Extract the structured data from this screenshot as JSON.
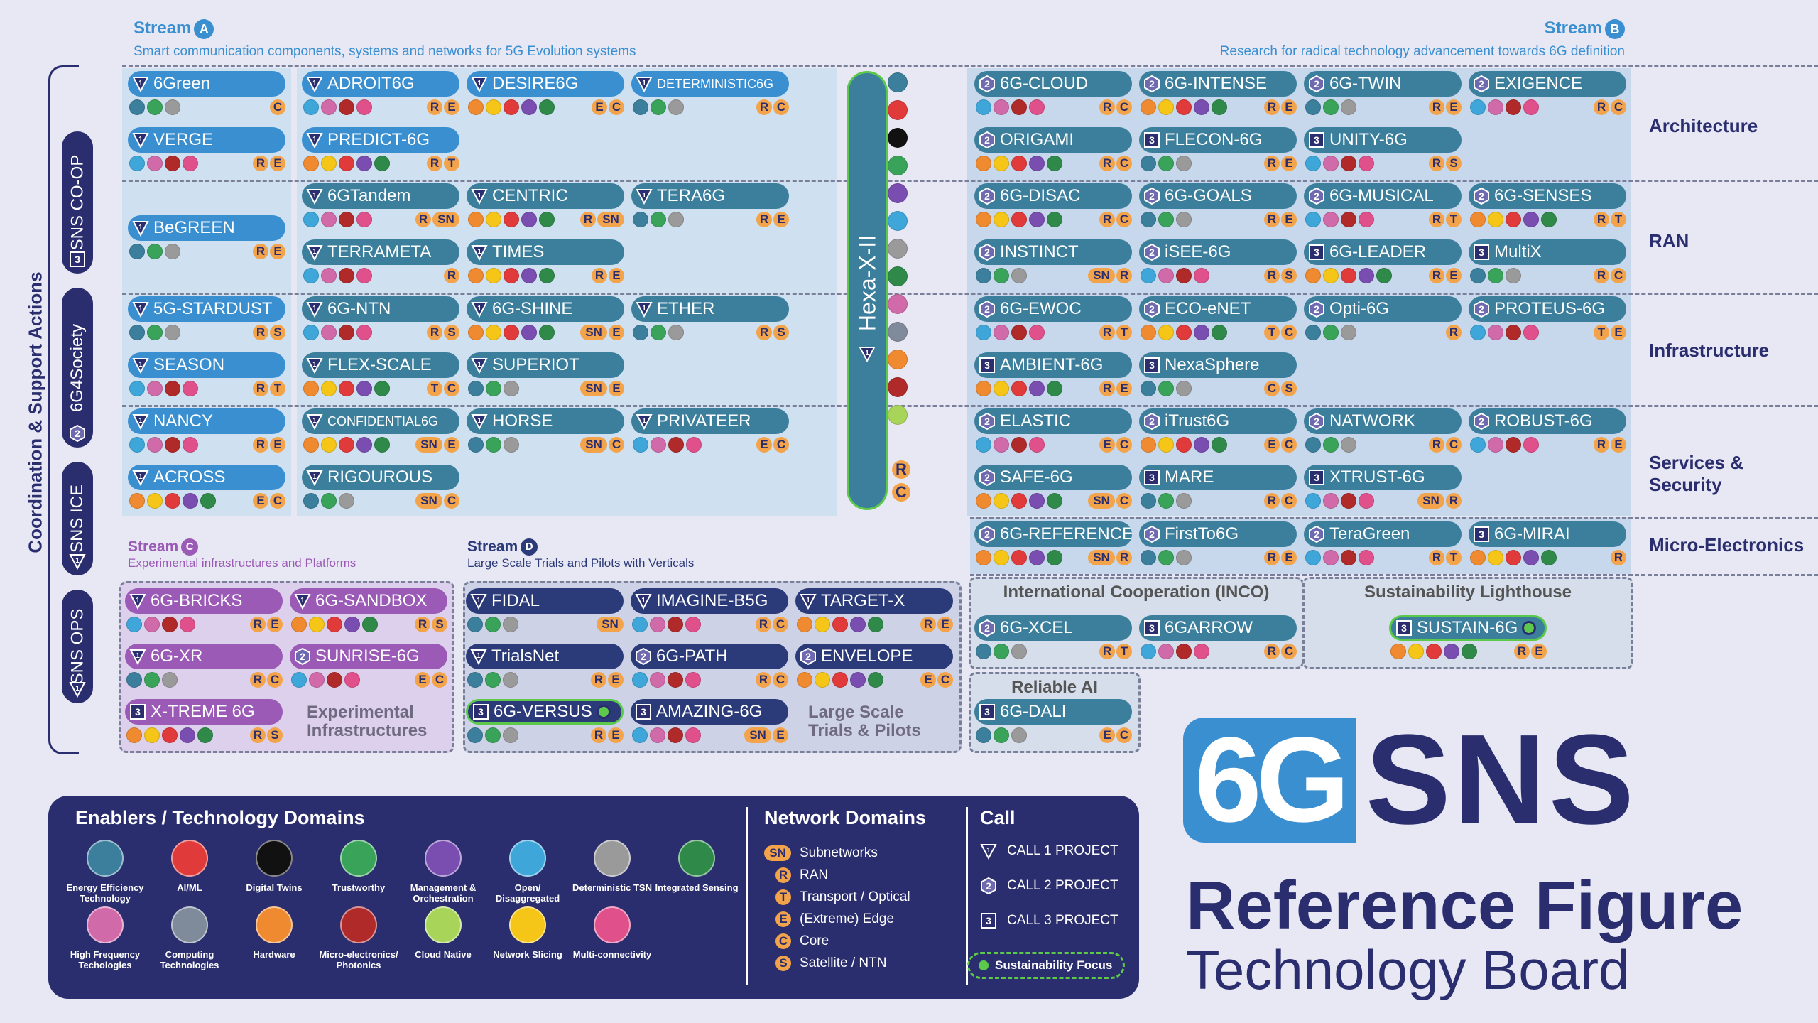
{
  "streams": {
    "a": {
      "label": "Stream",
      "badge": "A",
      "subtitle": "Smart communication components, systems and networks for 5G Evolution systems"
    },
    "b": {
      "label": "Stream",
      "badge": "B",
      "subtitle": "Research for radical technology advancement towards 6G definition"
    },
    "c": {
      "label": "Stream",
      "badge": "C",
      "subtitle": "Experimental infrastructures and Platforms"
    },
    "d": {
      "label": "Stream",
      "badge": "D",
      "subtitle": "Large Scale Trials and Pilots with Verticals"
    }
  },
  "side_title": "Coordination & Support Actions",
  "side_tabs": [
    {
      "label": "SNS CO-OP",
      "call": "3"
    },
    {
      "label": "6G4Society",
      "call": "2"
    },
    {
      "label": "SNS ICE",
      "call": "1"
    },
    {
      "label": "SNS OPS",
      "call": "1"
    }
  ],
  "row_labels": [
    "Architecture",
    "RAN",
    "Infrastructure",
    "Services & Security",
    "Micro-Electronics"
  ],
  "hexa": {
    "name": "Hexa-X-II",
    "call": "1",
    "letters": [
      "R",
      "C"
    ]
  },
  "colors": {
    "call1": "#3a8fd1",
    "call2": "#3c7f9c",
    "streamc": "#9a5ab5",
    "streamd": "#2b3a78",
    "accent": "#f3a34a",
    "navy": "#2b2e6e",
    "green": "#5cc94a"
  },
  "projects": [
    {
      "name": "6Green",
      "call": "1",
      "letters": [
        "C"
      ]
    },
    {
      "name": "ADROIT6G",
      "call": "1",
      "letters": [
        "R",
        "E"
      ]
    },
    {
      "name": "DESIRE6G",
      "call": "1",
      "letters": [
        "E",
        "C"
      ]
    },
    {
      "name": "DETERMINISTIC6G",
      "call": "1",
      "letters": [
        "R",
        "C"
      ]
    },
    {
      "name": "VERGE",
      "call": "1",
      "letters": [
        "R",
        "E"
      ]
    },
    {
      "name": "PREDICT-6G",
      "call": "1",
      "letters": [
        "R",
        "T"
      ]
    },
    {
      "name": "BeGREEN",
      "call": "1",
      "letters": [
        "R",
        "E"
      ]
    },
    {
      "name": "6GTandem",
      "call": "1",
      "letters": [
        "R",
        "SN"
      ]
    },
    {
      "name": "CENTRIC",
      "call": "1",
      "letters": [
        "R",
        "SN"
      ]
    },
    {
      "name": "TERA6G",
      "call": "1",
      "letters": [
        "R",
        "E"
      ]
    },
    {
      "name": "TERRAMETA",
      "call": "1",
      "letters": [
        "R"
      ]
    },
    {
      "name": "TIMES",
      "call": "1",
      "letters": [
        "R",
        "E"
      ]
    },
    {
      "name": "5G-STARDUST",
      "call": "1",
      "letters": [
        "R",
        "S"
      ]
    },
    {
      "name": "6G-NTN",
      "call": "1",
      "letters": [
        "R",
        "S"
      ]
    },
    {
      "name": "6G-SHINE",
      "call": "1",
      "letters": [
        "SN",
        "E"
      ]
    },
    {
      "name": "ETHER",
      "call": "1",
      "letters": [
        "R",
        "S"
      ]
    },
    {
      "name": "SEASON",
      "call": "1",
      "letters": [
        "R",
        "T"
      ]
    },
    {
      "name": "FLEX-SCALE",
      "call": "1",
      "letters": [
        "T",
        "C"
      ]
    },
    {
      "name": "SUPERIOT",
      "call": "1",
      "letters": [
        "SN",
        "E"
      ]
    },
    {
      "name": "NANCY",
      "call": "1",
      "letters": [
        "R",
        "E"
      ]
    },
    {
      "name": "CONFIDENTIAL6G",
      "call": "1",
      "letters": [
        "SN",
        "E"
      ]
    },
    {
      "name": "HORSE",
      "call": "1",
      "letters": [
        "SN",
        "C"
      ]
    },
    {
      "name": "PRIVATEER",
      "call": "1",
      "letters": [
        "E",
        "C"
      ]
    },
    {
      "name": "ACROSS",
      "call": "1",
      "letters": [
        "E",
        "C"
      ]
    },
    {
      "name": "RIGOUROUS",
      "call": "1",
      "letters": [
        "SN",
        "C"
      ]
    },
    {
      "name": "6G-CLOUD",
      "call": "2",
      "letters": [
        "R",
        "C"
      ]
    },
    {
      "name": "6G-INTENSE",
      "call": "2",
      "letters": [
        "R",
        "E"
      ]
    },
    {
      "name": "6G-TWIN",
      "call": "2",
      "letters": [
        "R",
        "E"
      ]
    },
    {
      "name": "EXIGENCE",
      "call": "2",
      "letters": [
        "R",
        "C"
      ]
    },
    {
      "name": "ORIGAMI",
      "call": "2",
      "letters": [
        "R",
        "C"
      ]
    },
    {
      "name": "FLECON-6G",
      "call": "3",
      "letters": [
        "R",
        "E"
      ]
    },
    {
      "name": "UNITY-6G",
      "call": "3",
      "letters": [
        "R",
        "S"
      ]
    },
    {
      "name": "6G-DISAC",
      "call": "2",
      "letters": [
        "R",
        "C"
      ]
    },
    {
      "name": "6G-GOALS",
      "call": "2",
      "letters": [
        "R",
        "E"
      ]
    },
    {
      "name": "6G-MUSICAL",
      "call": "2",
      "letters": [
        "R",
        "T"
      ]
    },
    {
      "name": "6G-SENSES",
      "call": "2",
      "letters": [
        "R",
        "T"
      ]
    },
    {
      "name": "INSTINCT",
      "call": "2",
      "letters": [
        "SN",
        "R"
      ]
    },
    {
      "name": "iSEE-6G",
      "call": "2",
      "letters": [
        "R",
        "S"
      ]
    },
    {
      "name": "6G-LEADER",
      "call": "3",
      "letters": [
        "R",
        "E"
      ]
    },
    {
      "name": "MultiX",
      "call": "3",
      "letters": [
        "R",
        "C"
      ]
    },
    {
      "name": "6G-EWOC",
      "call": "2",
      "letters": [
        "R",
        "T"
      ]
    },
    {
      "name": "ECO-eNET",
      "call": "2",
      "letters": [
        "T",
        "C"
      ]
    },
    {
      "name": "Opti-6G",
      "call": "2",
      "letters": [
        "R"
      ]
    },
    {
      "name": "PROTEUS-6G",
      "call": "2",
      "letters": [
        "T",
        "E"
      ]
    },
    {
      "name": "AMBIENT-6G",
      "call": "3",
      "letters": [
        "R",
        "E"
      ]
    },
    {
      "name": "NexaSphere",
      "call": "3",
      "letters": [
        "C",
        "S"
      ]
    },
    {
      "name": "ELASTIC",
      "call": "2",
      "letters": [
        "E",
        "C"
      ]
    },
    {
      "name": "iTrust6G",
      "call": "2",
      "letters": [
        "E",
        "C"
      ]
    },
    {
      "name": "NATWORK",
      "call": "2",
      "letters": [
        "R",
        "C"
      ]
    },
    {
      "name": "ROBUST-6G",
      "call": "2",
      "letters": [
        "R",
        "E"
      ]
    },
    {
      "name": "SAFE-6G",
      "call": "2",
      "letters": [
        "SN",
        "C"
      ]
    },
    {
      "name": "MARE",
      "call": "3",
      "letters": [
        "R",
        "C"
      ]
    },
    {
      "name": "XTRUST-6G",
      "call": "3",
      "letters": [
        "SN",
        "R"
      ]
    },
    {
      "name": "6G-REFERENCE",
      "call": "2",
      "letters": [
        "SN",
        "R"
      ]
    },
    {
      "name": "FirstTo6G",
      "call": "2",
      "letters": [
        "R",
        "E"
      ]
    },
    {
      "name": "TeraGreen",
      "call": "2",
      "letters": [
        "R",
        "T"
      ]
    },
    {
      "name": "6G-MIRAI",
      "call": "3",
      "letters": [
        "R"
      ]
    },
    {
      "name": "6G-XCEL",
      "call": "2",
      "letters": [
        "R",
        "T"
      ]
    },
    {
      "name": "6GARROW",
      "call": "3",
      "letters": [
        "R",
        "C"
      ]
    },
    {
      "name": "SUSTAIN-6G",
      "call": "3",
      "letters": [
        "R",
        "E"
      ]
    },
    {
      "name": "6G-DALI",
      "call": "3",
      "letters": [
        "E",
        "C"
      ]
    },
    {
      "name": "6G-BRICKS",
      "call": "1",
      "letters": [
        "R",
        "E"
      ]
    },
    {
      "name": "6G-SANDBOX",
      "call": "1",
      "letters": [
        "R",
        "S"
      ]
    },
    {
      "name": "6G-XR",
      "call": "1",
      "letters": [
        "R",
        "C"
      ]
    },
    {
      "name": "SUNRISE-6G",
      "call": "2",
      "letters": [
        "E",
        "C"
      ]
    },
    {
      "name": "X-TREME 6G",
      "call": "3",
      "letters": [
        "R",
        "S"
      ]
    },
    {
      "name": "FIDAL",
      "call": "1",
      "letters": [
        "SN"
      ]
    },
    {
      "name": "IMAGINE-B5G",
      "call": "1",
      "letters": [
        "R",
        "C"
      ]
    },
    {
      "name": "TARGET-X",
      "call": "1",
      "letters": [
        "R",
        "E"
      ]
    },
    {
      "name": "TrialsNet",
      "call": "1",
      "letters": [
        "R",
        "E"
      ]
    },
    {
      "name": "6G-PATH",
      "call": "2",
      "letters": [
        "R",
        "C"
      ]
    },
    {
      "name": "ENVELOPE",
      "call": "2",
      "letters": [
        "E",
        "C"
      ]
    },
    {
      "name": "6G-VERSUS",
      "call": "3",
      "letters": [
        "R",
        "E"
      ]
    },
    {
      "name": "AMAZING-6G",
      "call": "3",
      "letters": [
        "SN",
        "E"
      ]
    }
  ],
  "groups": {
    "inco": "International Cooperation (INCO)",
    "sustain": "Sustainability Lighthouse",
    "reliable": "Reliable AI",
    "exp_infra": "Experimental Infrastructures",
    "trials": "Large Scale Trials & Pilots"
  },
  "legend": {
    "enablers_title": "Enablers / Technology Domains",
    "enablers": [
      {
        "label": "Energy Efficiency Technology",
        "color": "#3c7f9c",
        "icon": "plug-icon"
      },
      {
        "label": "AI/ML",
        "color": "#e03a3a",
        "icon": "brain-icon"
      },
      {
        "label": "Digital Twins",
        "color": "#111111",
        "icon": "twin-icon"
      },
      {
        "label": "Trustworthy",
        "color": "#3aa35a",
        "icon": "shield-icon"
      },
      {
        "label": "Management & Orchestration",
        "color": "#7a4db0",
        "icon": "gear-icon"
      },
      {
        "label": "Open/ Disaggregated",
        "color": "#3fa6d9",
        "icon": "cube-icon"
      },
      {
        "label": "Deterministic TSN",
        "color": "#9a9a9a",
        "icon": "clock-icon"
      },
      {
        "label": "Integrated Sensing",
        "color": "#2f8a4a",
        "icon": "radar-icon"
      },
      {
        "label": "High Frequency Techologies",
        "color": "#d06aa8",
        "icon": "wave-icon"
      },
      {
        "label": "Computing Technologies",
        "color": "#7f8a9a",
        "icon": "computer-icon"
      },
      {
        "label": "Hardware",
        "color": "#f08a30",
        "icon": "chip-icon"
      },
      {
        "label": "Micro-electronics/ Photonics",
        "color": "#b02a2a",
        "icon": "microchip-icon"
      },
      {
        "label": "Cloud Native",
        "color": "#a8d45a",
        "icon": "cloud-icon"
      },
      {
        "label": "Network Slicing",
        "color": "#f5c518",
        "icon": "slice-icon"
      },
      {
        "label": "Multi-connectivity",
        "color": "#e0508a",
        "icon": "network-icon"
      }
    ],
    "network_title": "Network Domains",
    "network": [
      {
        "code": "SN",
        "label": "Subnetworks"
      },
      {
        "code": "R",
        "label": "RAN"
      },
      {
        "code": "T",
        "label": "Transport / Optical"
      },
      {
        "code": "E",
        "label": "(Extreme) Edge"
      },
      {
        "code": "C",
        "label": "Core"
      },
      {
        "code": "S",
        "label": "Satellite / NTN"
      }
    ],
    "call_title": "Call",
    "calls": [
      {
        "num": "1",
        "label": "CALL 1 PROJECT"
      },
      {
        "num": "2",
        "label": "CALL 2 PROJECT"
      },
      {
        "num": "3",
        "label": "CALL 3 PROJECT"
      }
    ],
    "sustain_focus": "Sustainability Focus"
  },
  "brand": {
    "logo_6g": "6G",
    "logo_sns": "SNS",
    "title": "Reference Figure",
    "subtitle": "Technology Board"
  }
}
